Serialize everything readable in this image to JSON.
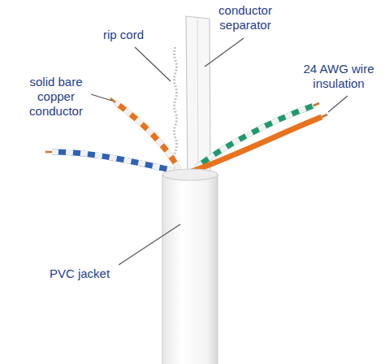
{
  "diagram": {
    "labels": [
      "rip cord",
      "conductor separator",
      "solid bare copper conductor",
      "24 AWG wire insulation",
      "PVC jacket"
    ]
  }
}
